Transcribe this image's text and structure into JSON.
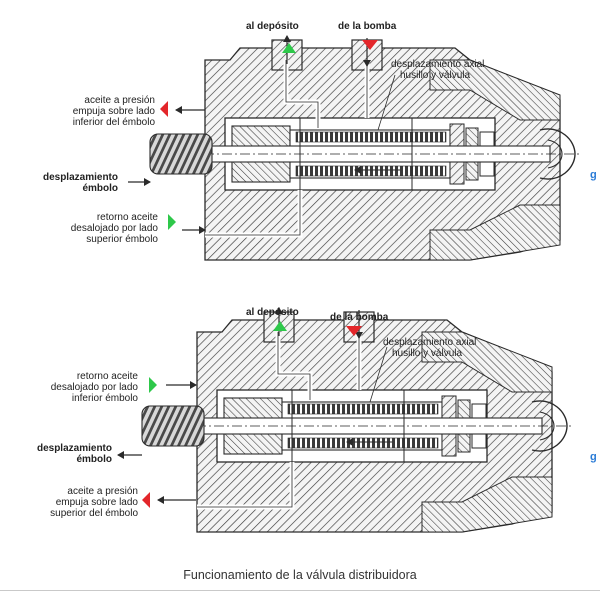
{
  "top": {
    "deposito": "al depósito",
    "bomba": "de la bomba",
    "axial_1": "desplazamiento axial",
    "axial_2": "husillo y válvula",
    "left_upper": [
      "aceite a presión",
      "empuja sobre lado",
      "inferior del émbolo"
    ],
    "left_mid": [
      "desplazamiento",
      "émbolo"
    ],
    "left_lower": [
      "retorno aceite",
      "desalojado por lado",
      "superior émbolo"
    ],
    "edge": "g"
  },
  "bottom": {
    "deposito": "al depósito",
    "bomba": "de la bomba",
    "axial_1": "desplazamiento axial",
    "axial_2": "husillo y válvula",
    "left_upper": [
      "retorno aceite",
      "desalojado por lado",
      "inferior émbolo"
    ],
    "left_mid": [
      "desplazamiento",
      "émbolo"
    ],
    "left_lower": [
      "aceite a presión",
      "empuja sobre lado",
      "superior del émbolo"
    ],
    "edge": "g"
  },
  "caption": "Funcionamiento de la válvula distribuidora",
  "colors": {
    "green": "#2ec84a",
    "red": "#e3262a",
    "ink": "#2a2a2a",
    "accent": "#2a7bd6"
  }
}
